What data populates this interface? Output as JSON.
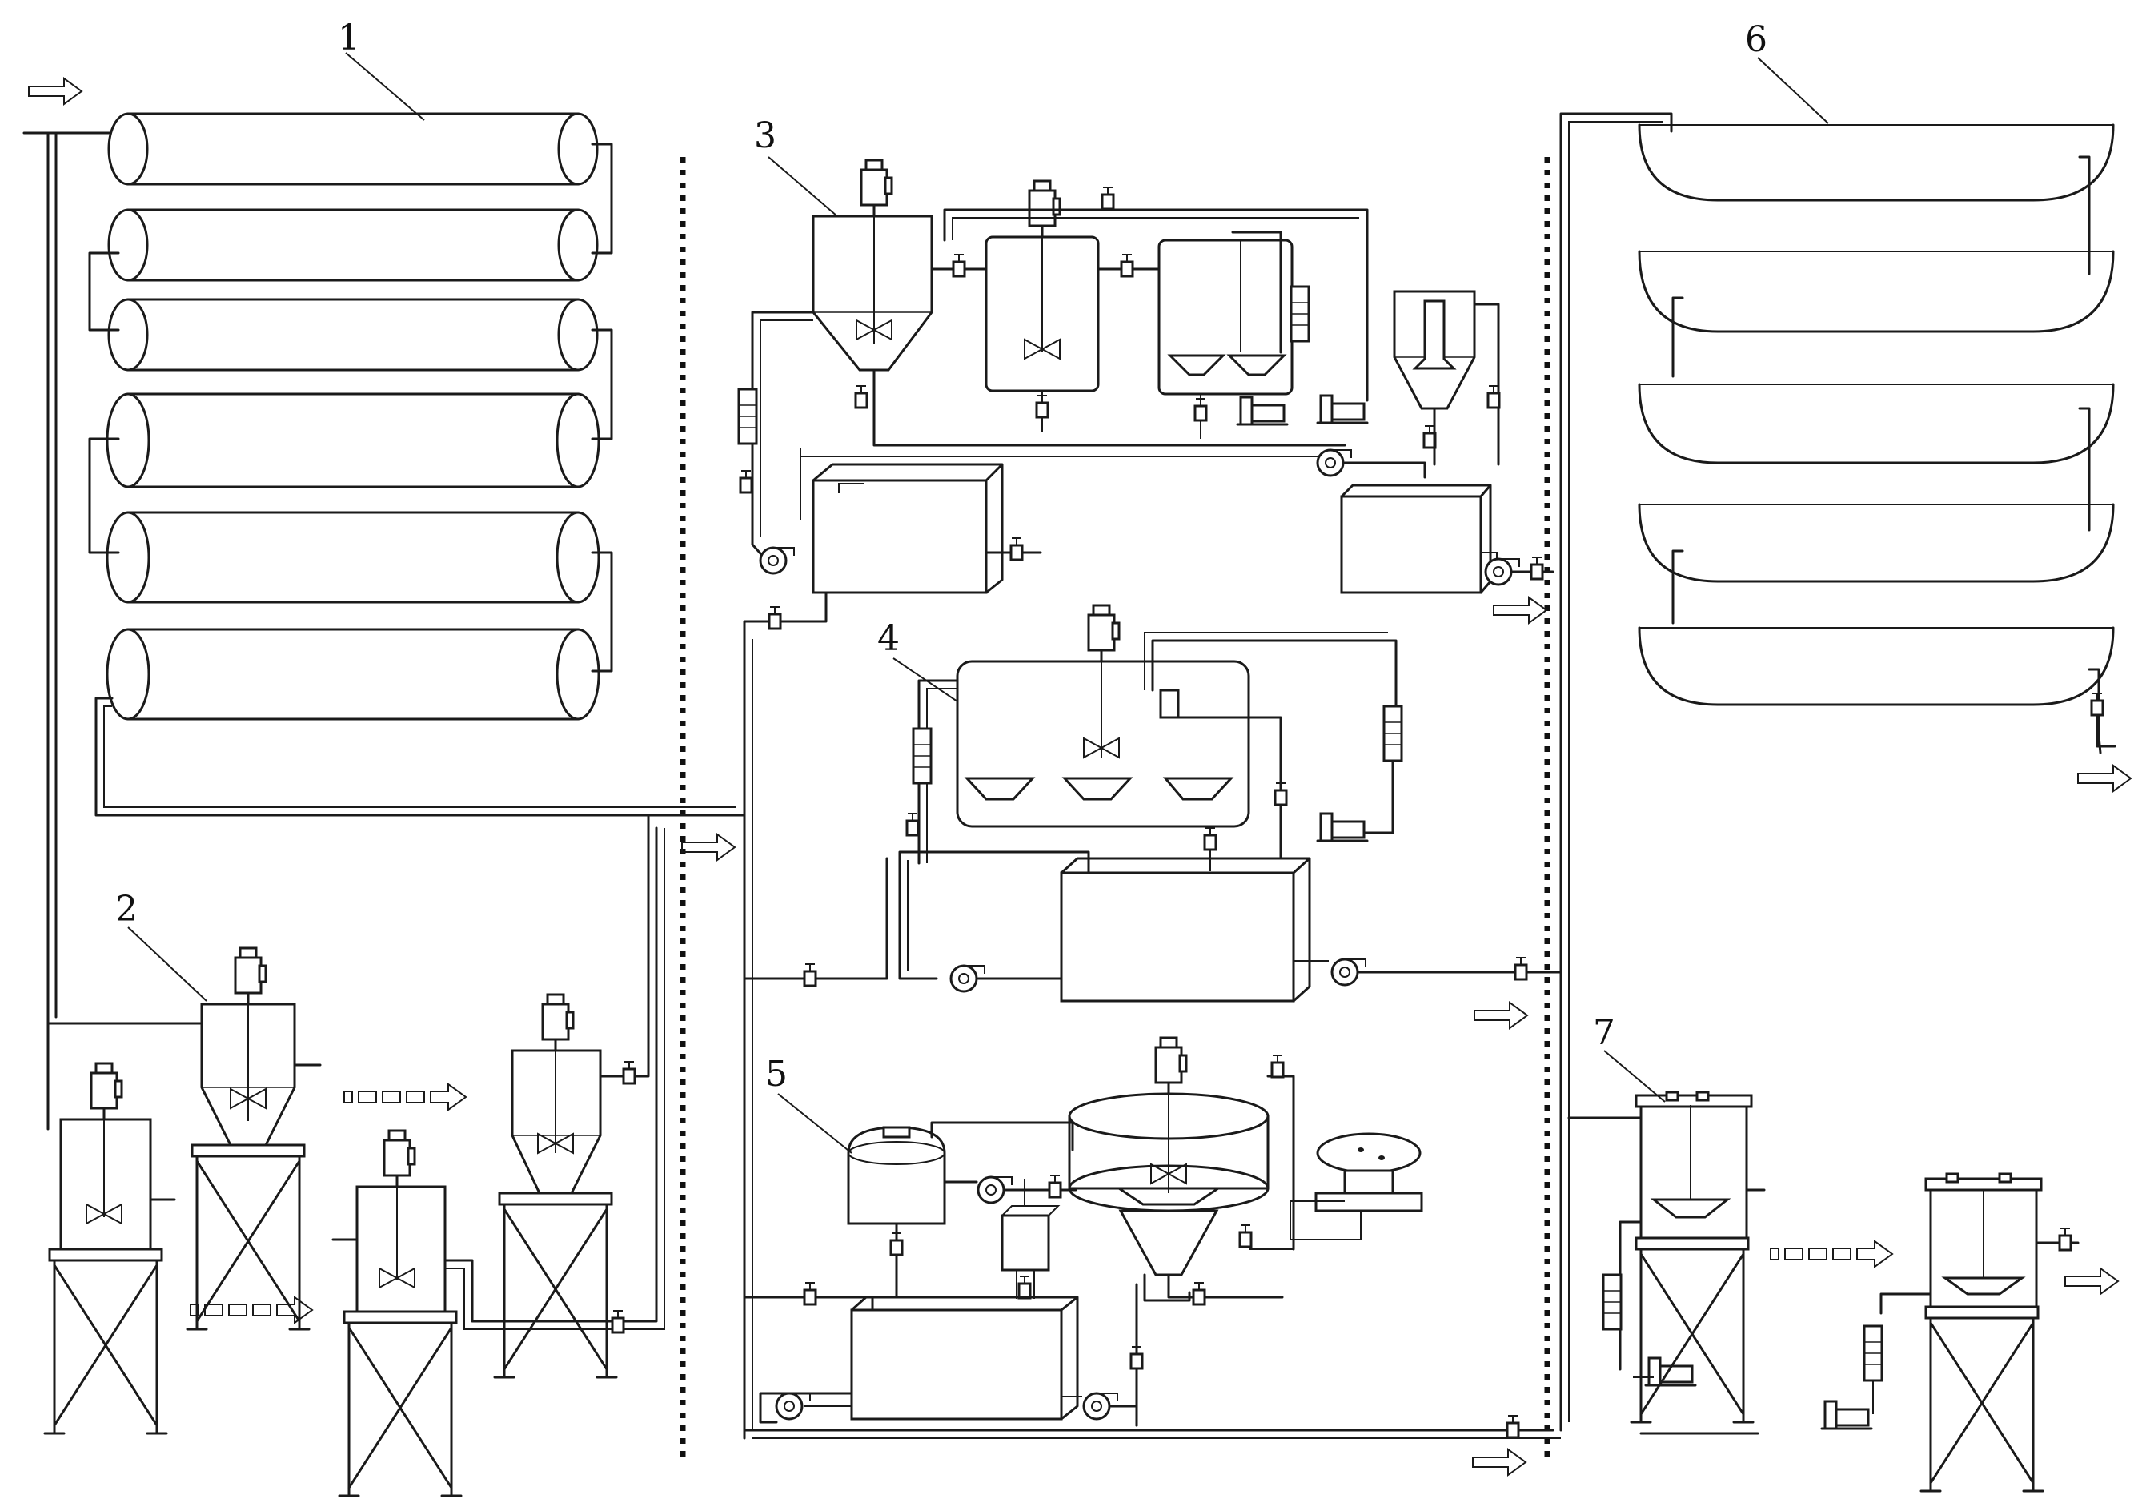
{
  "labels": {
    "unit1": "1",
    "unit2": "2",
    "unit3": "3",
    "unit4": "4",
    "unit5": "5",
    "unit6": "6",
    "unit7": "7"
  },
  "icons": {
    "flow_arrow": "hollow-arrow-icon",
    "dashed_arrow": "dashed-arrow-icon",
    "motor": "motor-icon",
    "agitator": "agitator-icon",
    "valve": "valve-icon",
    "pump": "pump-icon",
    "flowmeter": "flowmeter-icon"
  }
}
